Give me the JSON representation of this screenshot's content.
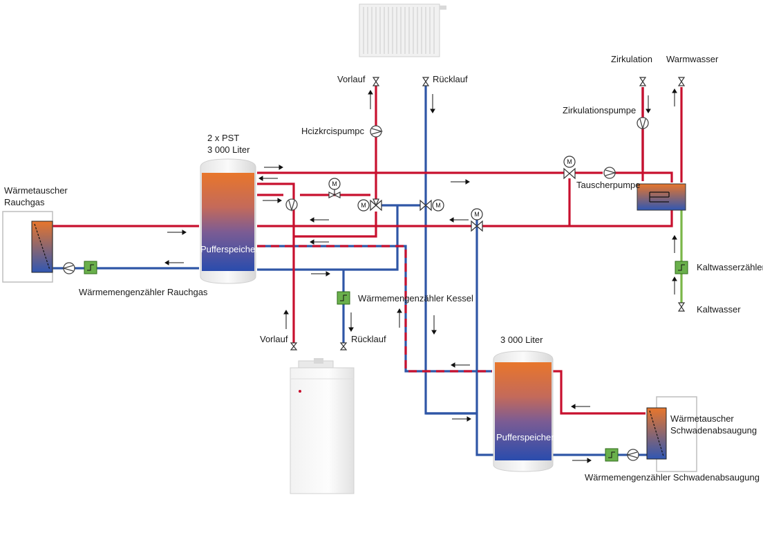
{
  "labels": {
    "vorlauf_top": "Vorlauf",
    "ruecklauf_top": "Rücklauf",
    "zirkulation": "Zirkulation",
    "warmwasser": "Warmwasser",
    "zirkulationspumpe": "Zirkulationspumpe",
    "heizkreispumpe": "Hcizkrcispumpc",
    "tank1_title_line1": "2 x PST",
    "tank1_title_line2": "3 000 Liter",
    "waermetauscher_rauchgas_line1": "Wärmetauscher",
    "waermetauscher_rauchgas_line2": "Rauchgas",
    "tauscherpumpe": "Tauscherpumpe",
    "pufferspeicher1": "Pufferspeicher",
    "wmz_rauchgas": "Wärmemengenzähler Rauchgas",
    "wmz_kessel": "Wärmemengenzähler Kessel",
    "kaltwasserzaehler": "Kaltwasserzähler",
    "kaltwasser": "Kaltwasser",
    "vorlauf_boiler": "Vorlauf",
    "ruecklauf_boiler": "Rücklauf",
    "tank2_title": "3 000 Liter",
    "pufferspeicher2": "Pufferspeicher",
    "waermetauscher_schwaden_line1": "Wärmetauscher",
    "waermetauscher_schwaden_line2": "Schwadenabsaugung",
    "wmz_schwaden": "Wärmemengenzähler Schwadenabsaugung"
  },
  "icons": {
    "motor_valve": "M",
    "pump": "pump-icon",
    "meter": "heat-meter-icon",
    "valve": "valve-icon"
  },
  "colors": {
    "hot_line": "#c8102e",
    "cold_line": "#2f56a6",
    "cold_water_line": "#7ab648",
    "meter_green": "#6ab04c",
    "tank_top": "#e8762b",
    "tank_bottom": "#2a4cad"
  }
}
